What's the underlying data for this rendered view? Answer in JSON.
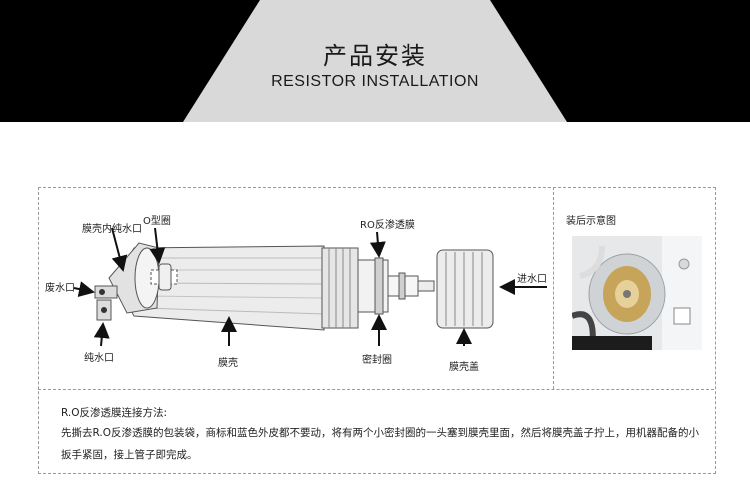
{
  "header": {
    "title_cn": "产品安装",
    "title_en": "RESISTOR INSTALLATION"
  },
  "diagram": {
    "labels": {
      "shell_pure_water_outlet": "膜壳内纯水口",
      "o_ring": "O型圈",
      "ro_membrane": "RO反渗透膜",
      "waste_water_outlet": "废水口",
      "water_inlet": "进水口",
      "pure_water_outlet": "纯水口",
      "membrane_shell": "膜壳",
      "seal_ring": "密封圈",
      "shell_cap": "膜壳盖"
    }
  },
  "after_install": {
    "title": "装后示意图"
  },
  "instructions": {
    "title": "R.O反渗透膜连接方法:",
    "body": "先撕去R.O反渗透膜的包装袋，商标和蓝色外皮都不要动，将有两个小密封圈的一头塞到膜壳里面，然后将膜壳盖子拧上，用机器配备的小扳手紧固，接上管子即完成。"
  },
  "colors": {
    "banner": "#000000",
    "panel": "#d9d9d9",
    "frame_border": "#9a9a9a"
  }
}
